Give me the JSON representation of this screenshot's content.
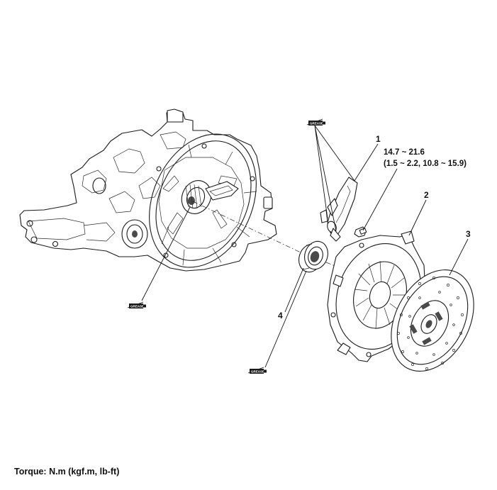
{
  "callouts": {
    "part_1": "1",
    "part_2": "2",
    "part_3": "3",
    "part_4": "4"
  },
  "torque_spec": {
    "line1": "14.7 ~ 21.6",
    "line2": "(1.5 ~ 2.2, 10.8 ~ 15.9)"
  },
  "footer_note": "Torque: N.m (kgf.m, lb-ft)",
  "grease_tag": "GREASE",
  "icons": [
    "grease-tube-icon"
  ],
  "colors": {
    "ink": "#1a1a1a",
    "background": "#ffffff"
  }
}
